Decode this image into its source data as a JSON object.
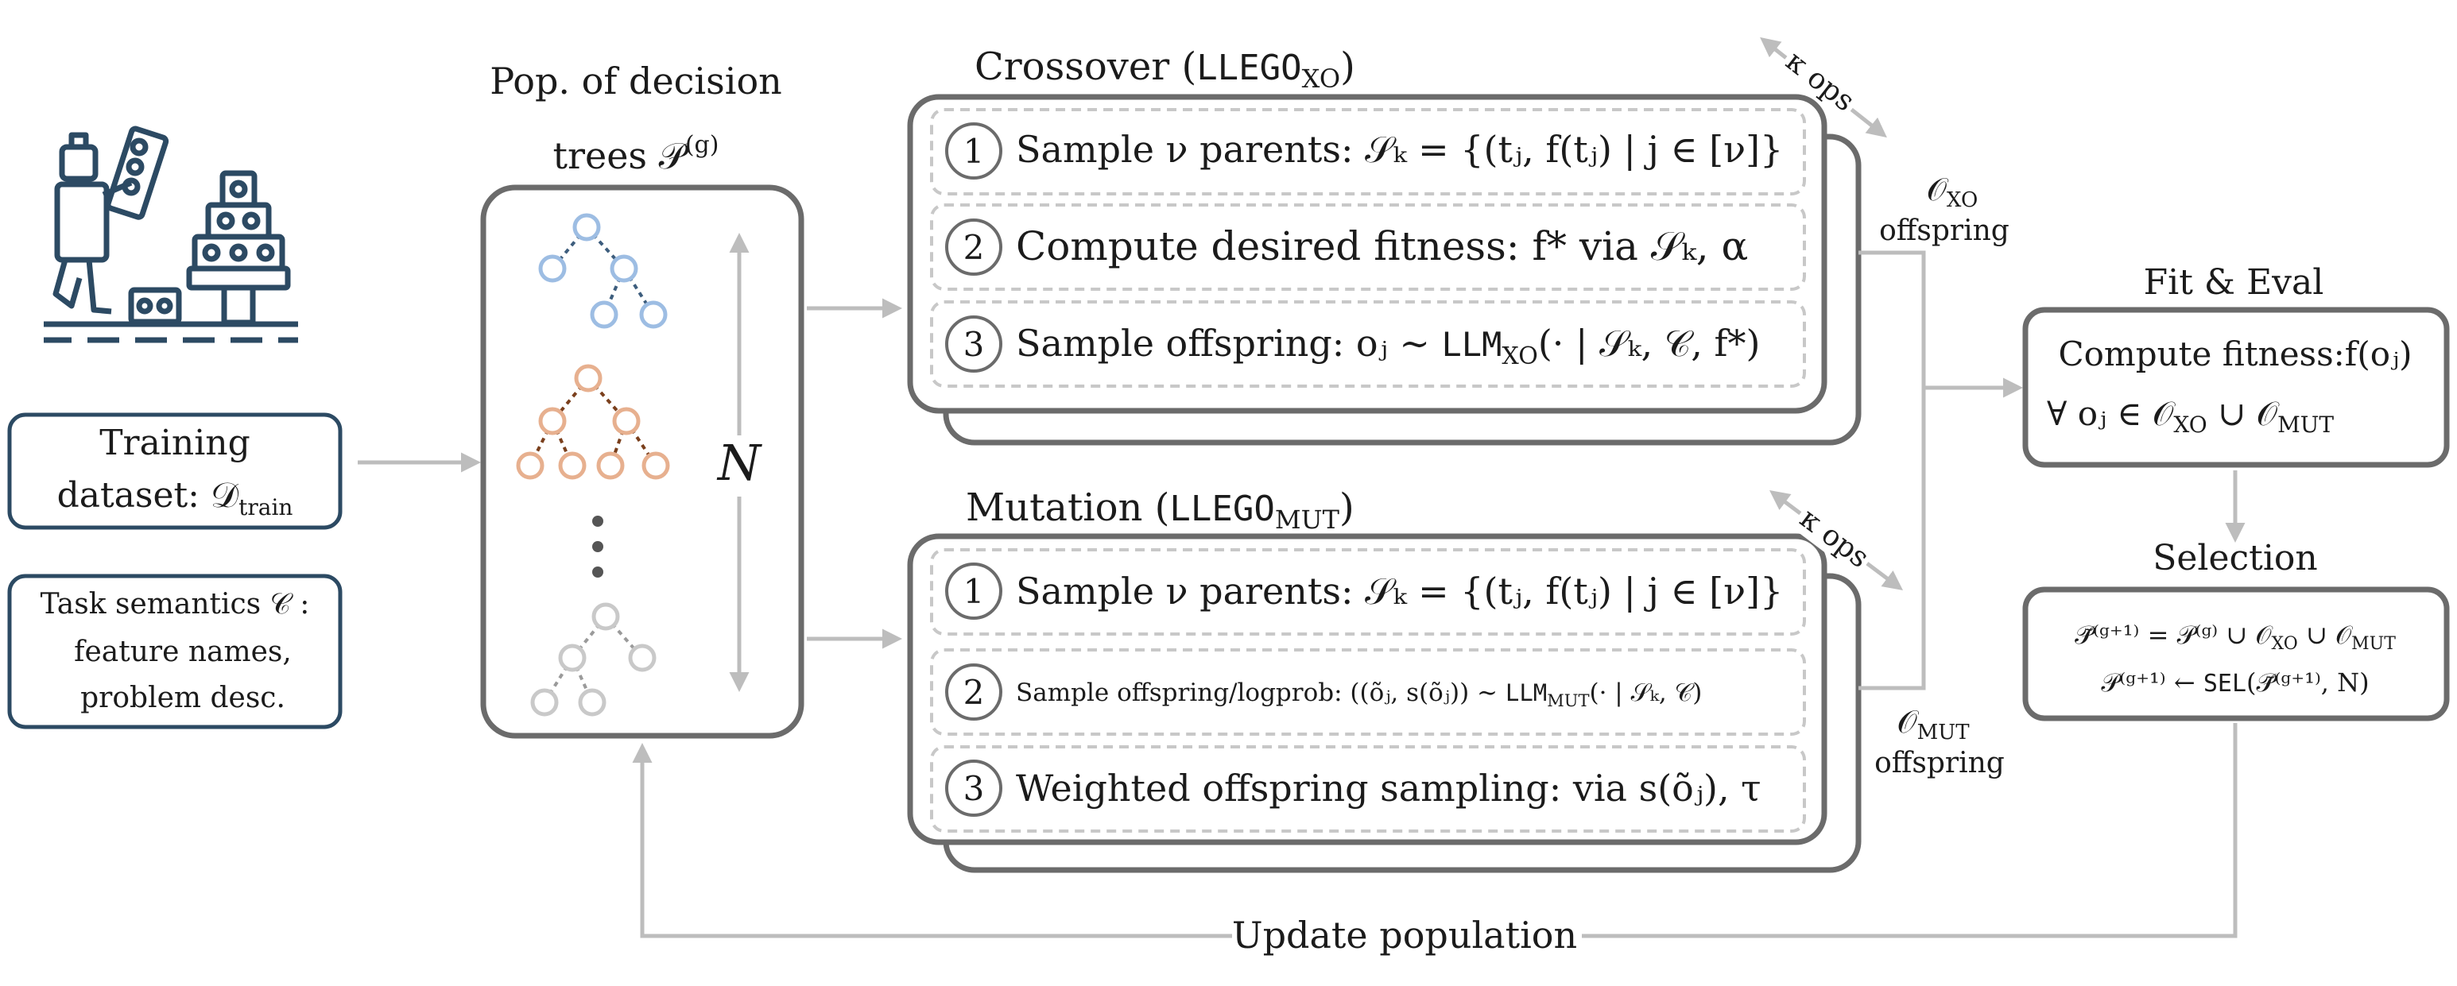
{
  "training": {
    "line1": "Training",
    "line2": "dataset: 𝒟",
    "line2_sub": "train"
  },
  "task": {
    "line1": "Task semantics 𝒞 :",
    "line2": "feature names,",
    "line3": "problem desc."
  },
  "population": {
    "title_line1": "Pop. of decision",
    "title_line2": "trees 𝒫",
    "title_sup": "(g)",
    "n_label": "N",
    "dots": "⋮",
    "tree_colors": [
      "#9dbde3",
      "#e7b08f",
      "#c9c9c9"
    ],
    "tree_edge_colors": [
      "#3d5d7d",
      "#7a3f1c",
      "#9a9a9a"
    ]
  },
  "crossover": {
    "title": "Crossover (",
    "title_mono": "LLEGO",
    "title_sub": "XO",
    "title_close": ")",
    "step1_num": "1",
    "step1": "Sample ν parents: 𝒮ₖ = {(tⱼ, f(tⱼ) | j ∈ [ν]}",
    "step2_num": "2",
    "step2": "Compute desired fitness: f* via 𝒮ₖ, α",
    "step3_num": "3",
    "step3_a": "Sample offspring: oⱼ ∼ ",
    "step3_mono": "LLM",
    "step3_sub": "XO",
    "step3_b": "(· | 𝒮ₖ, 𝒞, f*)",
    "kappa": "κ ops",
    "out_label": "𝒪",
    "out_sub": "XO",
    "out_word": "offspring"
  },
  "mutation": {
    "title": "Mutation (",
    "title_mono": "LLEGO",
    "title_sub": "MUT",
    "title_close": ")",
    "step1_num": "1",
    "step1": "Sample ν parents: 𝒮ₖ = {(tⱼ, f(tⱼ) | j ∈ [ν]}",
    "step2_num": "2",
    "step2_a": "Sample offspring/logprob: ((õⱼ, s(õⱼ)) ∼ ",
    "step2_mono": "LLM",
    "step2_sub": "MUT",
    "step2_b": "(· | 𝒮ₖ, 𝒞)",
    "step3_num": "3",
    "step3": "Weighted offspring sampling: via s(õⱼ), τ",
    "kappa": "κ ops",
    "out_label": "𝒪",
    "out_sub": "MUT",
    "out_word": "offspring"
  },
  "fit_eval": {
    "title": "Fit & Eval",
    "line1": "Compute fitness:f(oⱼ)",
    "line2": "∀ oⱼ ∈ 𝒪",
    "line2_sub1": "XO",
    "line2_mid": " ∪ 𝒪",
    "line2_sub2": "MUT"
  },
  "selection": {
    "title": "Selection",
    "line1": "𝒫̃⁽ᵍ⁺¹⁾ = 𝒫⁽ᵍ⁾ ∪ 𝒪",
    "line1_sub1": "XO",
    "line1_mid": " ∪ 𝒪",
    "line1_sub2": "MUT",
    "line2_a": "𝒫⁽ᵍ⁺¹⁾ ← ",
    "line2_mono": "SEL",
    "line2_b": "(𝒫̃⁽ᵍ⁺¹⁾, N)"
  },
  "update_label": "Update population",
  "colors": {
    "navy": "#2c4a63",
    "box_gray": "#6b6b6b",
    "arrow_gray": "#bdbdbd",
    "dash_gray": "#c8c8c8"
  }
}
